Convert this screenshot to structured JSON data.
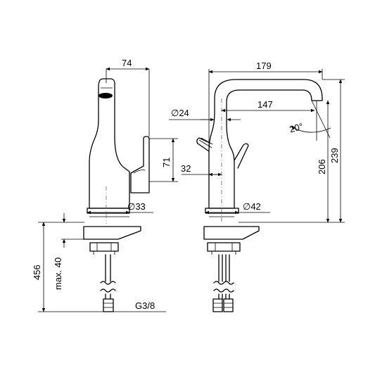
{
  "dimensions": {
    "side_width": "74",
    "lever_height": "71",
    "body_diameter": "∅33",
    "mount_depth": "456",
    "max_thickness": "max. 40",
    "thread": "G3/8",
    "total_projection": "179",
    "spout_reach": "147",
    "spout_outlet": "∅24",
    "spout_angle": "20°",
    "lever_offset": "32",
    "base_diameter": "∅42",
    "outlet_height": "206",
    "total_height": "239"
  },
  "colors": {
    "line": "#000000",
    "background": "#ffffff"
  }
}
